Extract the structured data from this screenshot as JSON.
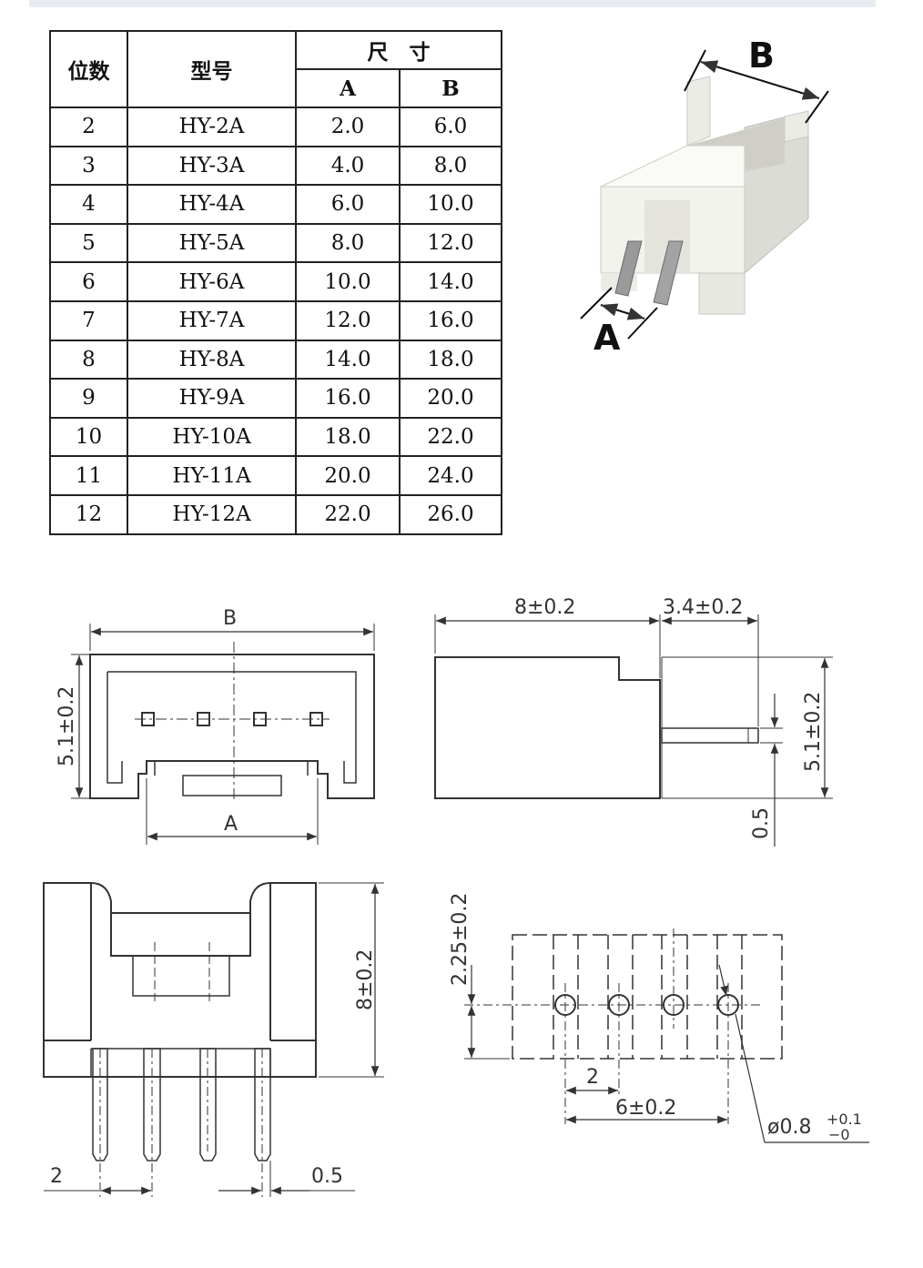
{
  "table": {
    "header": {
      "positions": "位数",
      "model": "型号",
      "size": "尺　寸",
      "a": "A",
      "b": "B"
    },
    "rows": [
      {
        "n": "2",
        "model": "HY-2A",
        "a": "2.0",
        "b": "6.0"
      },
      {
        "n": "3",
        "model": "HY-3A",
        "a": "4.0",
        "b": "8.0"
      },
      {
        "n": "4",
        "model": "HY-4A",
        "a": "6.0",
        "b": "10.0"
      },
      {
        "n": "5",
        "model": "HY-5A",
        "a": "8.0",
        "b": "12.0"
      },
      {
        "n": "6",
        "model": "HY-6A",
        "a": "10.0",
        "b": "14.0"
      },
      {
        "n": "7",
        "model": "HY-7A",
        "a": "12.0",
        "b": "16.0"
      },
      {
        "n": "8",
        "model": "HY-8A",
        "a": "14.0",
        "b": "18.0"
      },
      {
        "n": "9",
        "model": "HY-9A",
        "a": "16.0",
        "b": "20.0"
      },
      {
        "n": "10",
        "model": "HY-10A",
        "a": "18.0",
        "b": "22.0"
      },
      {
        "n": "11",
        "model": "HY-11A",
        "a": "20.0",
        "b": "24.0"
      },
      {
        "n": "12",
        "model": "HY-12A",
        "a": "22.0",
        "b": "26.0"
      }
    ]
  },
  "photo": {
    "label_b": "B",
    "label_a": "A"
  },
  "drawings": {
    "front": {
      "b": "B",
      "a": "A",
      "height": "5.1±0.2"
    },
    "side": {
      "length": "8±0.2",
      "pin_out": "3.4±0.2",
      "height": "5.1±0.2",
      "pin_offset": "0.5"
    },
    "bottom": {
      "height": "8±0.2",
      "pitch": "2",
      "pin_width": "0.5"
    },
    "footprint": {
      "offset": "2.25±0.2",
      "pitch": "2",
      "span": "6±0.2",
      "hole": "ø0.8",
      "tol_plus": "+0.1",
      "tol_minus": "−0"
    }
  }
}
